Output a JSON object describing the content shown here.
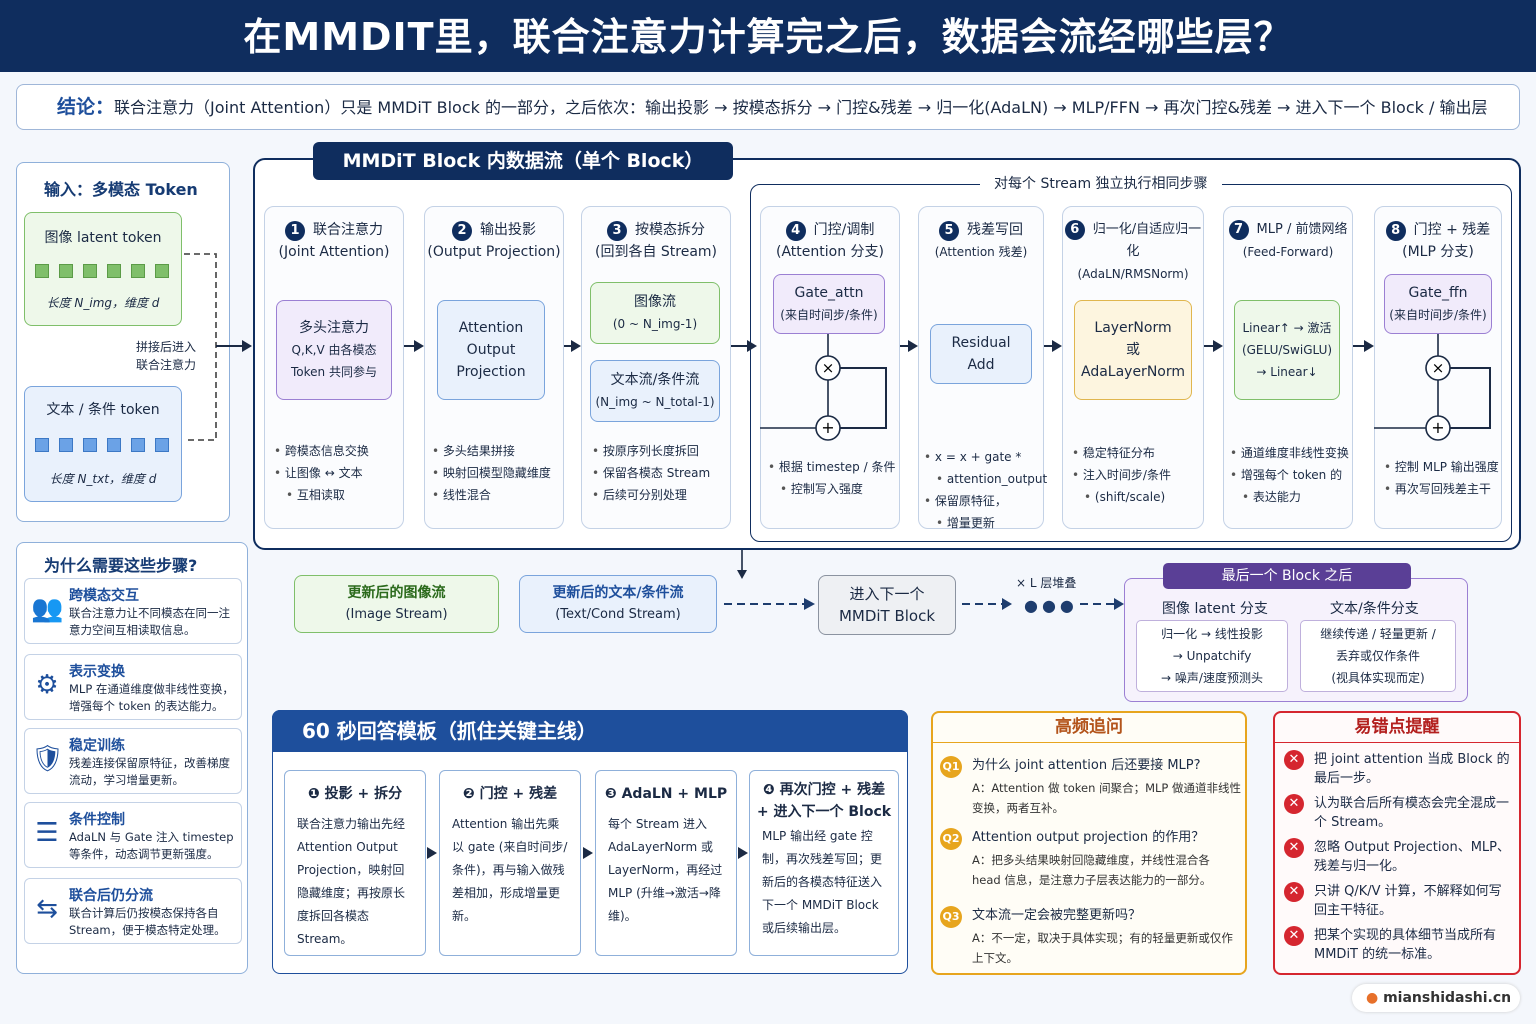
{
  "title": "在MMDIT里，联合注意力计算完之后，数据会流经哪些层？",
  "conclusion": {
    "lead": "结论：",
    "text": "联合注意力（Joint Attention）只是 MMDiT Block 的一部分，之后依次：输出投影 → 按模态拆分 → 门控&残差 → 归一化(AdaLN) → MLP/FFN → 再次门控&残差 → 进入下一个 Block / 输出层"
  },
  "input": {
    "title": "输入：多模态 Token",
    "image_title": "图像 latent token",
    "image_desc": "长度 N_img，维度 d",
    "concat": [
      "拼接后进入",
      "联合注意力"
    ],
    "text_title": "文本 / 条件 token",
    "text_desc": "长度 N_txt，维度 d"
  },
  "block": {
    "title": "MMDiT Block 内数据流（单个 Block）",
    "stream_label": "对每个 Stream 独立执行相同步骤"
  },
  "steps": [
    {
      "num": "1",
      "t1": "联合注意力",
      "t2": "(Joint Attention)",
      "inner": [
        "多头注意力",
        "Q,K,V 由各模态",
        "Token 共同参与"
      ],
      "bullets": [
        "跨模态信息交换",
        "让图像 ↔ 文本",
        "互相读取"
      ]
    },
    {
      "num": "2",
      "t1": "输出投影",
      "t2": "(Output Projection)",
      "inner": [
        "Attention",
        "Output",
        "Projection"
      ],
      "bullets": [
        "多头结果拼接",
        "映射回模型隐藏维度",
        "线性混合"
      ]
    },
    {
      "num": "3",
      "t1": "按模态拆分",
      "t2": "(回到各自 Stream)",
      "inner_a": [
        "图像流",
        "(0 ~ N_img-1)"
      ],
      "inner_b": [
        "文本流/条件流",
        "(N_img ~ N_total-1)"
      ],
      "bullets": [
        "按原序列长度拆回",
        "保留各模态 Stream",
        "后续可分别处理"
      ]
    },
    {
      "num": "4",
      "t1": "门控/调制",
      "t2": "(Attention 分支)",
      "inner": [
        "Gate_attn",
        "(来自时间步/条件)"
      ],
      "bullets": [
        "根据 timestep / 条件",
        "控制写入强度"
      ]
    },
    {
      "num": "5",
      "t1": "残差写回",
      "t2": "(Attention 残差)",
      "inner": [
        "Residual",
        "Add"
      ],
      "bullets": [
        "x = x + gate *",
        "attention_output",
        "保留原特征，",
        "增量更新"
      ]
    },
    {
      "num": "6",
      "t1": "归一化/自适应归一化",
      "t2": "(AdaLN/RMSNorm)",
      "inner": [
        "LayerNorm",
        "或",
        "AdaLayerNorm"
      ],
      "bullets": [
        "稳定特征分布",
        "注入时间步/条件",
        "(shift/scale)"
      ]
    },
    {
      "num": "7",
      "t1": "MLP / 前馈网络",
      "t2": "(Feed-Forward)",
      "inner": [
        "Linear↑ → 激活",
        "(GELU/SwiGLU)",
        "→ Linear↓"
      ],
      "bullets": [
        "通道维度非线性变换",
        "增强每个 token 的",
        "表达能力"
      ]
    },
    {
      "num": "8",
      "t1": "门控 + 残差",
      "t2": "(MLP 分支)",
      "inner": [
        "Gate_ffn",
        "(来自时间步/条件)"
      ],
      "bullets": [
        "控制 MLP 输出强度",
        "再次写回残差主干"
      ]
    }
  ],
  "outputs": {
    "image": [
      "更新后的图像流",
      "(Image Stream)"
    ],
    "text": [
      "更新后的文本/条件流",
      "(Text/Cond Stream)"
    ],
    "next": [
      "进入下一个",
      "MMDiT Block"
    ],
    "repeat": "× L 层堆叠",
    "dots": "●●●"
  },
  "last": {
    "title": "最后一个 Block 之后",
    "img_title": "图像 latent 分支",
    "img_lines": [
      "归一化 → 线性投影",
      "→ Unpatchify",
      "→ 噪声/速度预测头"
    ],
    "txt_title": "文本/条件分支",
    "txt_lines": [
      "继续传递 / 轻量更新 /",
      "丢弃或仅作条件",
      "(视具体实现而定)"
    ]
  },
  "why": {
    "title": "为什么需要这些步骤?",
    "items": [
      {
        "icon": "people-icon",
        "glyph": "👥",
        "t": "跨模态交互",
        "d": "联合注意力让不同模态在同一注意力空间互相读取信息。"
      },
      {
        "icon": "gear-icon",
        "glyph": "⚙",
        "t": "表示变换",
        "d": "MLP 在通道维度做非线性变换，增强每个 token 的表达能力。"
      },
      {
        "icon": "shield-icon",
        "glyph": "🛡",
        "t": "稳定训练",
        "d": "残差连接保留原特征，改善梯度流动，学习增量更新。"
      },
      {
        "icon": "sliders-icon",
        "glyph": "☰",
        "t": "条件控制",
        "d": "AdaLN 与 Gate 注入 timestep 等条件，动态调节更新强度。"
      },
      {
        "icon": "split-icon",
        "glyph": "⇆",
        "t": "联合后仍分流",
        "d": "联合计算后仍按模态保持各自 Stream，便于模态特定处理。"
      }
    ]
  },
  "template": {
    "title": "60 秒回答模板（抓住关键主线）",
    "items": [
      {
        "h": [
          "❶ 投影 + 拆分"
        ],
        "b": "联合注意力输出先经 Attention Output Projection，映射回隐藏维度；再按原长度拆回各模态 Stream。"
      },
      {
        "h": [
          "❷ 门控 + 残差"
        ],
        "b": "Attention 输出先乘以 gate (来自时间步/条件)，再与输入做残差相加，形成增量更新。"
      },
      {
        "h": [
          "❸ AdaLN + MLP"
        ],
        "b": "每个 Stream 进入 AdaLayerNorm 或 LayerNorm，再经过 MLP (升维→激活→降维)。"
      },
      {
        "h": [
          "❹ 再次门控 + 残差",
          "+ 进入下一个 Block"
        ],
        "b": "MLP 输出经 gate 控制，再次残差写回；更新后的各模态特征送入下一个 MMDiT Block 或后续输出层。"
      }
    ]
  },
  "faq": {
    "title": "高频追问",
    "items": [
      {
        "n": "Q1",
        "q": "为什么 joint attention 后还要接 MLP?",
        "a": "A：Attention 做 token 间聚合；MLP 做通道非线性变换，两者互补。"
      },
      {
        "n": "Q2",
        "q": "Attention output projection 的作用？",
        "a": "A：把多头结果映射回隐藏维度，并线性混合各 head 信息，是注意力子层表达能力的一部分。"
      },
      {
        "n": "Q3",
        "q": "文本流一定会被完整更新吗？",
        "a": "A：不一定，取决于具体实现；有的轻量更新或仅作上下文。"
      }
    ]
  },
  "errors": {
    "title": "易错点提醒",
    "items": [
      "把 joint attention 当成 Block 的最后一步。",
      "认为联合后所有模态会完全混成一个 Stream。",
      "忽略 Output Projection、MLP、残差与归一化。",
      "只讲 Q/K/V 计算，不解释如何写回主干特征。",
      "把某个实现的具体细节当成所有 MMDiT 的统一标准。"
    ]
  },
  "watermark": "mianshidashi.cn"
}
